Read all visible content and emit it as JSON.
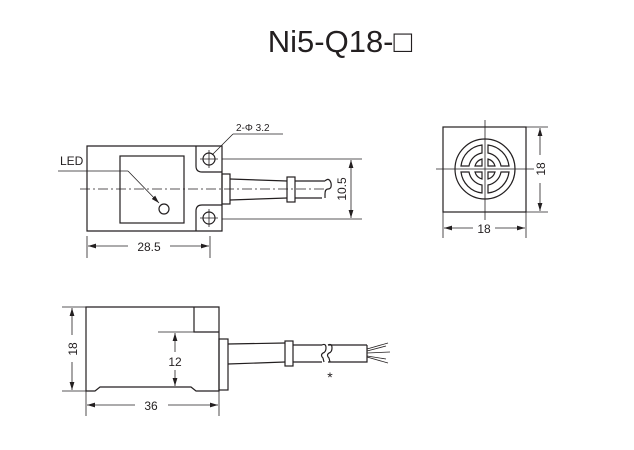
{
  "title": "Ni5-Q18-□",
  "top_view": {
    "led_label": "LED",
    "hole_label": "2-Φ 3.2",
    "dim_height": "10.5",
    "dim_length": "28.5"
  },
  "front_view": {
    "dim_width": "18",
    "dim_height": "18"
  },
  "side_view": {
    "dim_height": "18",
    "dim_sensing_height": "12",
    "dim_length": "36",
    "cable_note": "*"
  }
}
